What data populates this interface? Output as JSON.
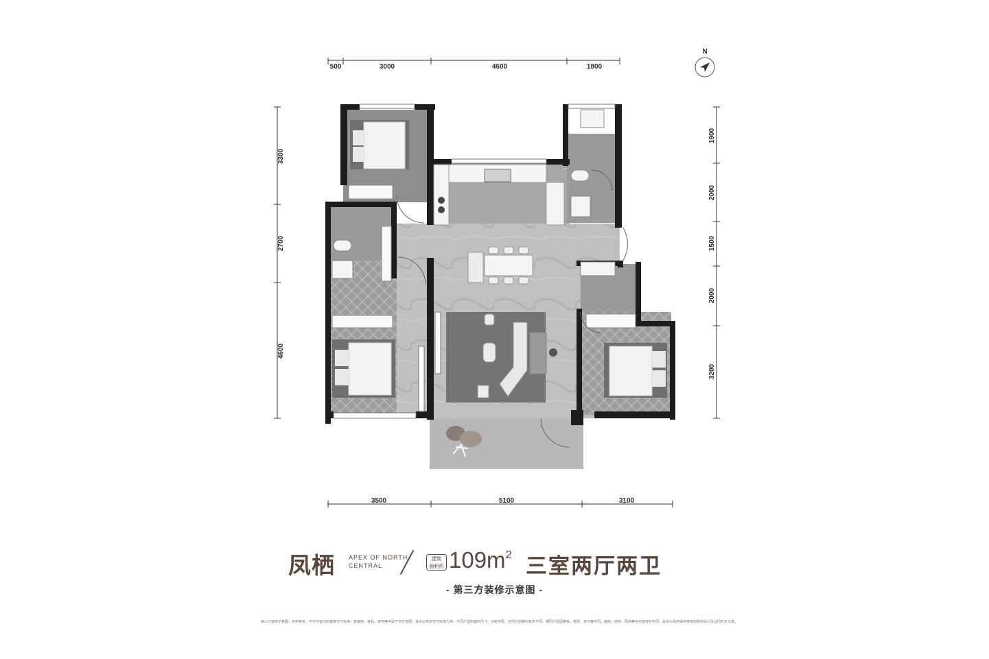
{
  "compass": {
    "north_label": "N"
  },
  "dimensions": {
    "top": [
      "500",
      "3000",
      "4600",
      "1800"
    ],
    "bottom": [
      "3500",
      "5100",
      "3100"
    ],
    "left": [
      "3300",
      "2700",
      "4600"
    ],
    "right": [
      "1900",
      "2000",
      "1500",
      "2000",
      "3200"
    ]
  },
  "title": {
    "name_cn": "凤栖",
    "name_en": "APEX OF NORTH CENTRAL",
    "badge_line1": "建筑",
    "badge_line2": "面积约",
    "area_value": "109m",
    "area_sup": "2",
    "layout": "三室两厅两卫"
  },
  "subtitle": "- 第三方装修示意图 -",
  "disclaimer": "第三方装修示意图，仅供参考，不作为室内的装修交付标准，其装修、家具、家电等不属于交付范围，具体以实际交付标准为准，不同户型的面积尺寸、功能布局、空间分割等均有所不同，相同户型因楼栋、楼层、单元等不同，面积、结构、层高等也可能存在不同，具体以政府最终审批的规划设计及合同约定为准。",
  "colors": {
    "wall": "#1c1c1c",
    "floor_light": "#bcbcbc",
    "floor_dark": "#8f8f8f",
    "brand": "#5a463a"
  }
}
